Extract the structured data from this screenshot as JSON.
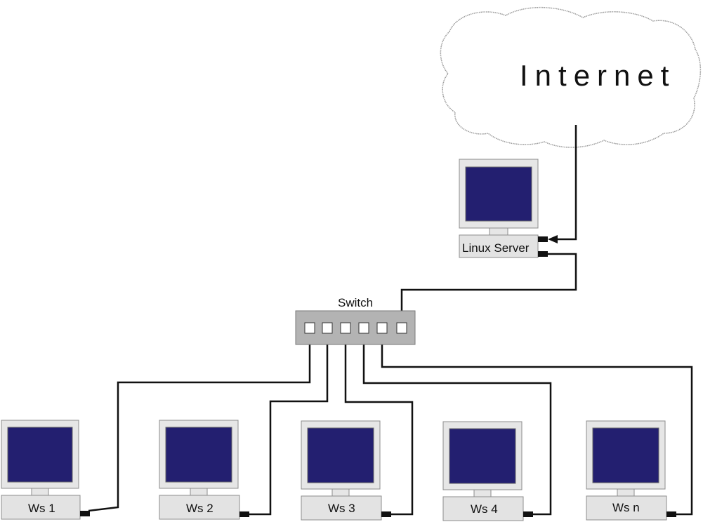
{
  "diagram": {
    "internet_label": "Internet",
    "server_label": "Linux Server",
    "switch_label": "Switch",
    "workstations": [
      "Ws 1",
      "Ws 2",
      "Ws 3",
      "Ws 4",
      "Ws n"
    ]
  },
  "colors": {
    "screen": "#231f70",
    "monitor_frame": "#e6e6e6",
    "switch_body": "#b3b3b3",
    "cable": "#111111"
  }
}
